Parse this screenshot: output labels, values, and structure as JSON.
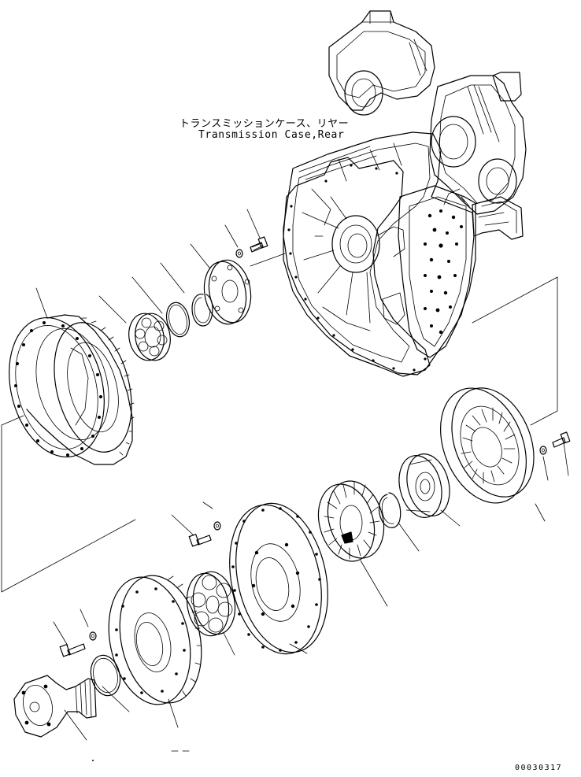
{
  "labels": {
    "case_jp": "トランスミッションケース、リヤー",
    "case_en": "Transmission Case,Rear"
  },
  "figure_code": "00030317",
  "colors": {
    "ink": "#000000",
    "background": "#ffffff"
  }
}
